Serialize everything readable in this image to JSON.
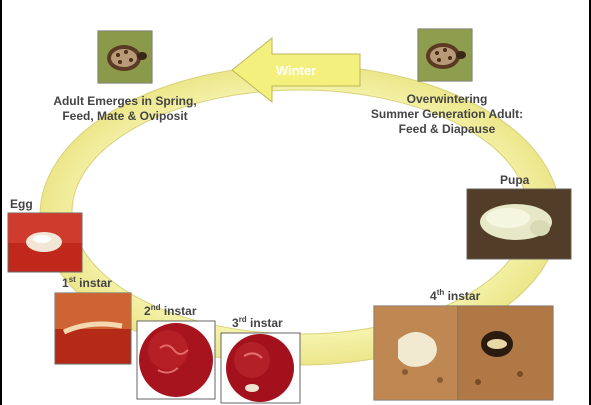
{
  "colors": {
    "ring_fill": "#f3f09a",
    "ring_stroke": "#d8d27a",
    "label_text": "#444444",
    "arrow_label": "#ffffff"
  },
  "labels": {
    "winter": "Winter",
    "adult_line1": "Adult Emerges in Spring,",
    "adult_line2": "Feed, Mate & Oviposit",
    "over_line1": "Overwintering",
    "over_line2": "Summer Generation Adult:",
    "over_line3": "Feed & Diapause",
    "pupa": "Pupa",
    "egg": "Egg",
    "instar1_num": "1",
    "instar1_sup": "st",
    "instar2_num": "2",
    "instar2_sup": "nd",
    "instar3_num": "3",
    "instar3_sup": "rd",
    "instar4_num": "4",
    "instar4_sup": "th",
    "instar_word": "instar"
  }
}
